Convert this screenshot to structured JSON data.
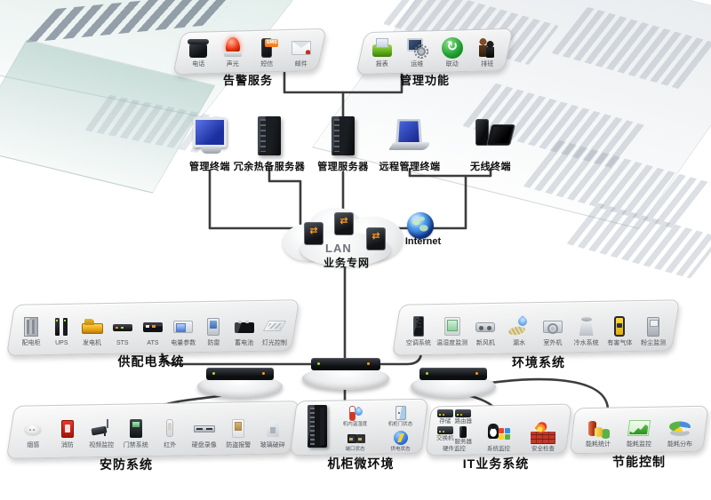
{
  "diagram": {
    "alarm_services": {
      "title": "告警服务",
      "items": [
        {
          "icon": "telephone",
          "label": "电话"
        },
        {
          "icon": "alarm-beacon",
          "label": "声光"
        },
        {
          "icon": "sms",
          "label": "短信"
        },
        {
          "icon": "mail",
          "label": "邮件"
        }
      ]
    },
    "management_functions": {
      "title": "管理功能",
      "items": [
        {
          "icon": "report-printer",
          "label": "报表"
        },
        {
          "icon": "ops-monitor",
          "label": "运维"
        },
        {
          "icon": "linkage-refresh",
          "label": "联动"
        },
        {
          "icon": "shift-people",
          "label": "排班"
        }
      ]
    },
    "terminals": [
      {
        "icon": "desktop",
        "label": "管理终端"
      },
      {
        "icon": "tower-server",
        "label": "冗余热备服务器"
      },
      {
        "icon": "tower-server",
        "label": "管理服务器"
      },
      {
        "icon": "laptop",
        "label": "远程管理终端"
      },
      {
        "icon": "mobile-devices",
        "label": "无线终端"
      }
    ],
    "network": {
      "lan_label": "LAN",
      "lan_name": "业务专网",
      "internet_label": "Internet"
    },
    "groups": {
      "power": {
        "title": "供配电系统",
        "items": [
          {
            "icon": "dist-cabinet",
            "label": "配电柜"
          },
          {
            "icon": "ups",
            "label": "UPS"
          },
          {
            "icon": "generator",
            "label": "发电机"
          },
          {
            "icon": "sts",
            "label": "STS"
          },
          {
            "icon": "ats",
            "label": "ATS"
          },
          {
            "icon": "power-meter",
            "label": "电量参数"
          },
          {
            "icon": "surge",
            "label": "防雷"
          },
          {
            "icon": "battery",
            "label": "蓄电池"
          },
          {
            "icon": "lighting",
            "label": "灯光控制"
          }
        ]
      },
      "environment": {
        "title": "环境系统",
        "items": [
          {
            "icon": "aircon",
            "label": "空调系统"
          },
          {
            "icon": "temp-humidity",
            "label": "温湿度监测"
          },
          {
            "icon": "fresh-air",
            "label": "新风机"
          },
          {
            "icon": "water-leak",
            "label": "漏水"
          },
          {
            "icon": "outdoor-unit",
            "label": "室外机"
          },
          {
            "icon": "chilled-water",
            "label": "冷水系统"
          },
          {
            "icon": "gas-detector",
            "label": "有害气体"
          },
          {
            "icon": "dust-monitor",
            "label": "粉尘监测"
          }
        ]
      },
      "security": {
        "title": "安防系统",
        "items": [
          {
            "icon": "smoke-sensor",
            "label": "烟感"
          },
          {
            "icon": "fire",
            "label": "消防"
          },
          {
            "icon": "cctv",
            "label": "视频监控"
          },
          {
            "icon": "access-control",
            "label": "门禁系统"
          },
          {
            "icon": "infrared",
            "label": "红外"
          },
          {
            "icon": "dvr",
            "label": "硬盘录像"
          },
          {
            "icon": "burglar-alarm",
            "label": "防盗报警"
          },
          {
            "icon": "glass-break",
            "label": "玻璃破碎"
          }
        ]
      },
      "cabinet": {
        "title": "机柜微环境",
        "items": [
          {
            "icon": "cab-temp",
            "label": "机内温湿度"
          },
          {
            "icon": "cab-door",
            "label": "机柜门状态"
          },
          {
            "icon": "cab-port",
            "label": "端口状态"
          },
          {
            "icon": "cab-power",
            "label": "供电状态"
          }
        ]
      },
      "it": {
        "title": "IT业务系统",
        "hardware": {
          "label": "硬件监控",
          "items": [
            {
              "icon": "storage",
              "label": "存储"
            },
            {
              "icon": "router",
              "label": "路由器"
            },
            {
              "icon": "net-switch",
              "label": "交换机"
            },
            {
              "icon": "server",
              "label": "服务器"
            }
          ]
        },
        "items": [
          {
            "icon": "os-monitor",
            "label": "系统监控"
          },
          {
            "icon": "firewall",
            "label": "安全检查"
          }
        ]
      },
      "energy": {
        "title": "节能控制",
        "items": [
          {
            "icon": "bar-chart",
            "label": "能耗统计"
          },
          {
            "icon": "line-chart",
            "label": "能耗监控"
          },
          {
            "icon": "pie-chart",
            "label": "能耗分布"
          }
        ]
      }
    }
  }
}
